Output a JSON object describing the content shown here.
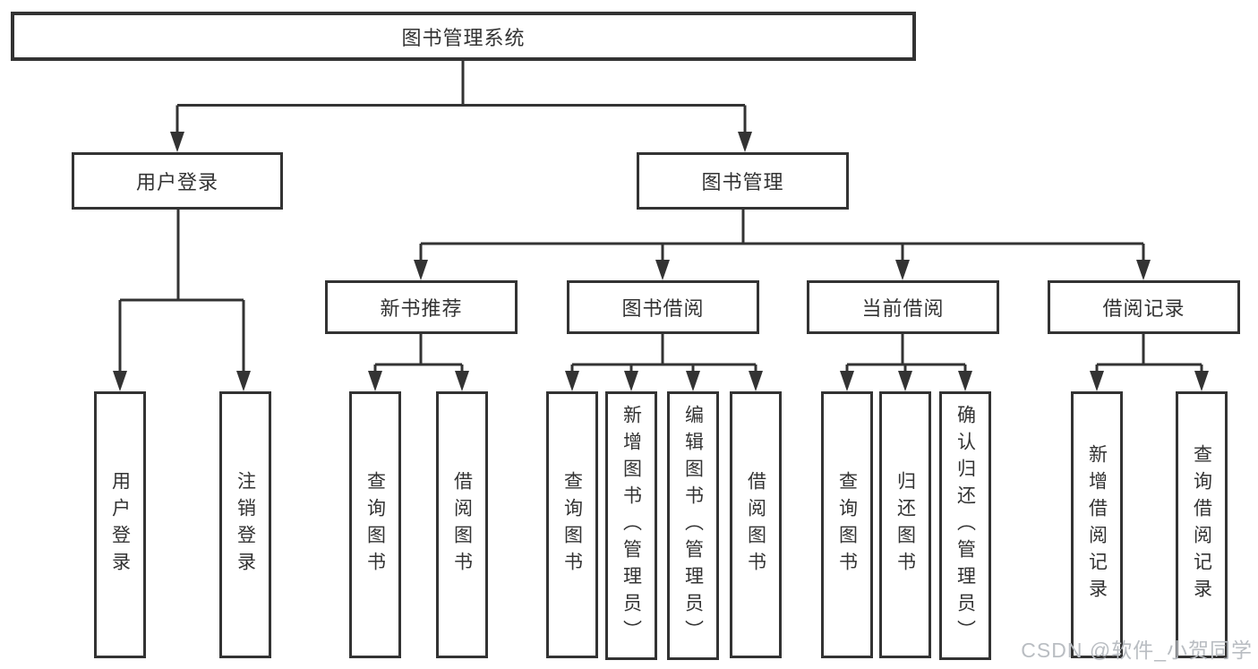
{
  "colors": {
    "line": "#333333",
    "text": "#333333",
    "bg": "#ffffff",
    "watermark": "#b9bdc2"
  },
  "watermark": "CSDN @软件_小贺同学",
  "tree": {
    "root": {
      "label": "图书管理系统"
    },
    "children": [
      {
        "label": "用户登录",
        "children": [
          {
            "label": "用户登录"
          },
          {
            "label": "注销登录"
          }
        ]
      },
      {
        "label": "图书管理",
        "children": [
          {
            "label": "新书推荐",
            "children": [
              {
                "label": "查询图书"
              },
              {
                "label": "借阅图书"
              }
            ]
          },
          {
            "label": "图书借阅",
            "children": [
              {
                "label": "查询图书"
              },
              {
                "label": "新增图书（管理员）"
              },
              {
                "label": "编辑图书（管理员）"
              },
              {
                "label": "借阅图书"
              }
            ]
          },
          {
            "label": "当前借阅",
            "children": [
              {
                "label": "查询图书"
              },
              {
                "label": "归还图书"
              },
              {
                "label": "确认归还（管理员）"
              }
            ]
          },
          {
            "label": "借阅记录",
            "children": [
              {
                "label": "新增借阅记录"
              },
              {
                "label": "查询借阅记录"
              }
            ]
          }
        ]
      }
    ]
  }
}
